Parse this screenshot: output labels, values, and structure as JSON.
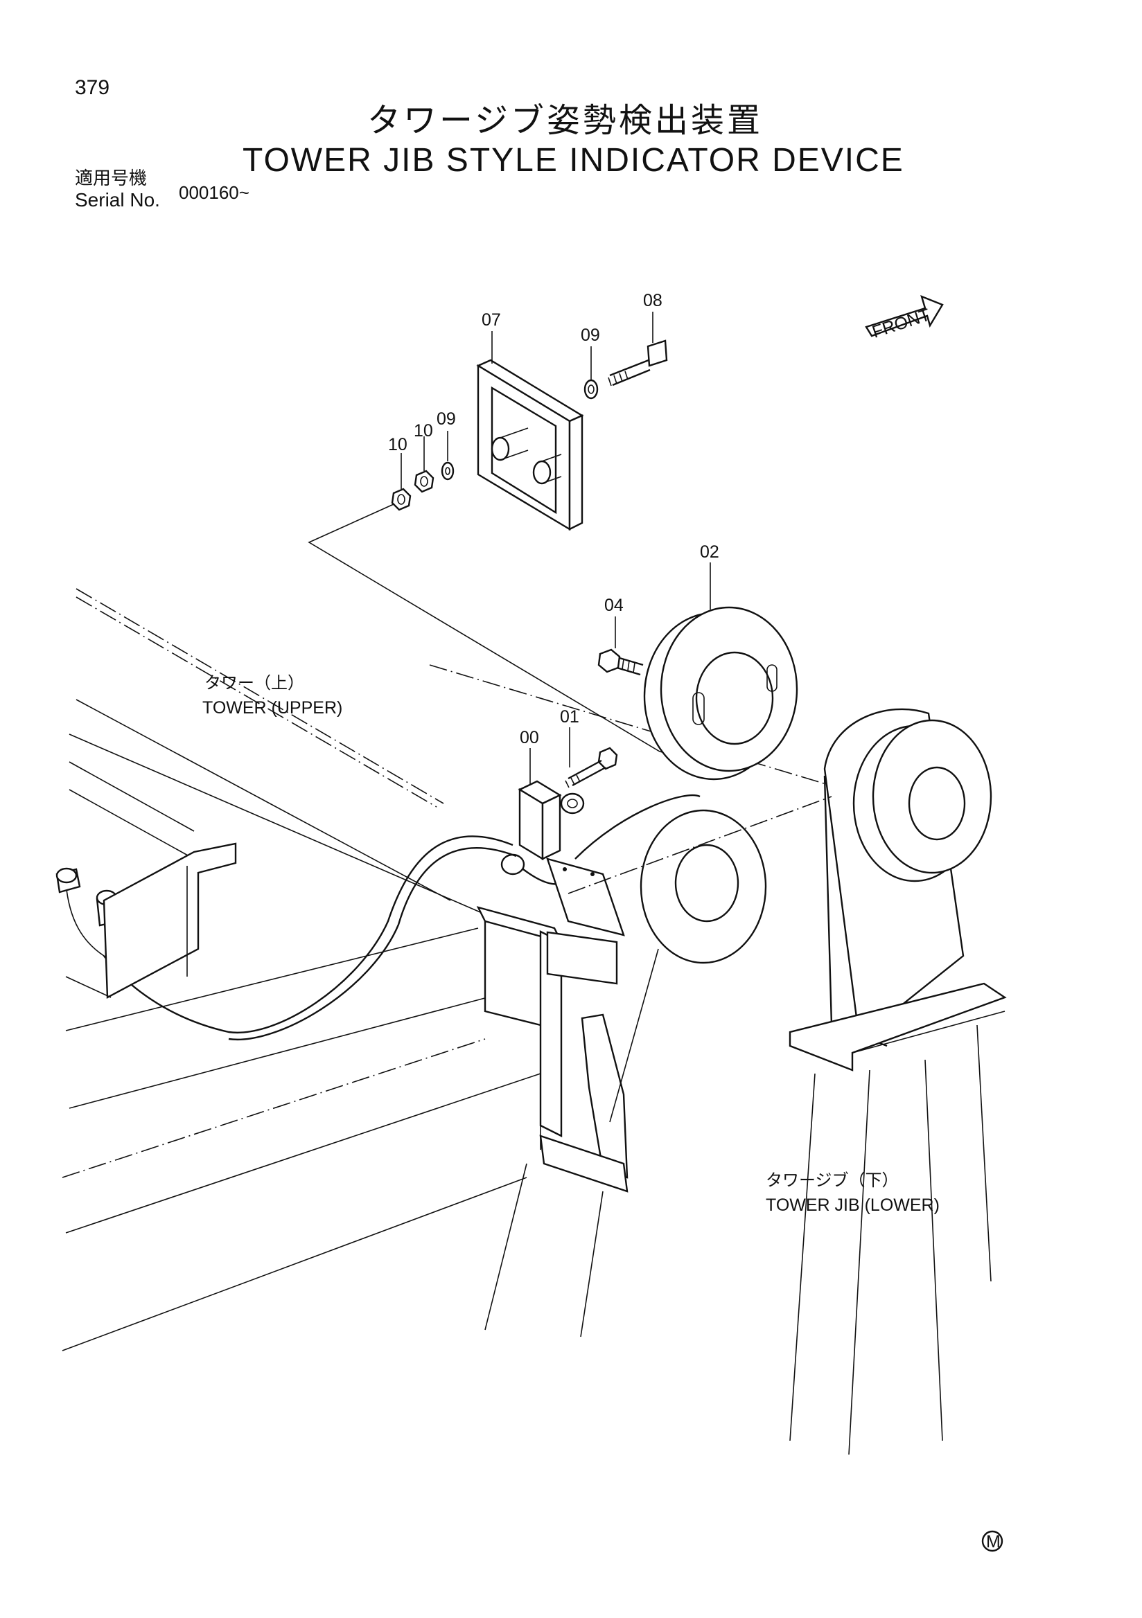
{
  "header": {
    "page_number": "379",
    "title_jp": "タワージブ姿勢検出装置",
    "title_en": "TOWER JIB STYLE INDICATOR DEVICE",
    "serial_label_jp": "適用号機",
    "serial_label_en": "Serial No.",
    "serial_value": "000160~"
  },
  "callouts": {
    "p07": "07",
    "p08": "08",
    "p09a": "09",
    "p09b": "09",
    "p10a": "10",
    "p10b": "10",
    "p02": "02",
    "p04": "04",
    "p01": "01",
    "p00": "00"
  },
  "labels": {
    "tower_upper_jp": "タワー（上）",
    "tower_upper_en": "TOWER (UPPER)",
    "tower_jib_lower_jp": "タワージブ（下）",
    "tower_jib_lower_en": "TOWER JIB (LOWER)",
    "front_arrow": "FRONT",
    "corner_mark": "M"
  }
}
